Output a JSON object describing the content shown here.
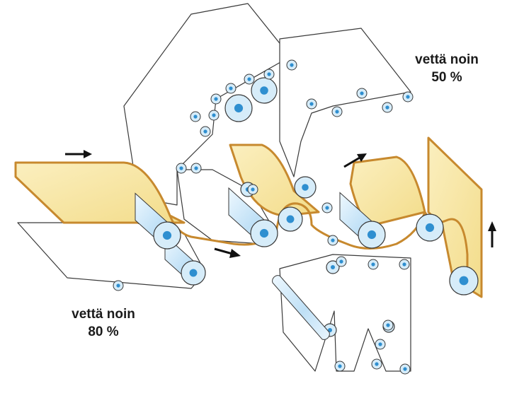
{
  "labels": {
    "water_in": {
      "line1": "vettä noin",
      "line2": "80 %"
    },
    "water_out": {
      "line1": "vettä noin",
      "line2": "50 %"
    }
  },
  "colors": {
    "web": "#f8e7a2",
    "web_edge": "#c7892e",
    "felt_line": "#3a3a3a",
    "roll_blue": "#2f8fd0",
    "roll_light": "#d6ecf9",
    "arrow": "#111111"
  },
  "icons": [
    "arrow-right-icon",
    "arrow-up-icon"
  ]
}
